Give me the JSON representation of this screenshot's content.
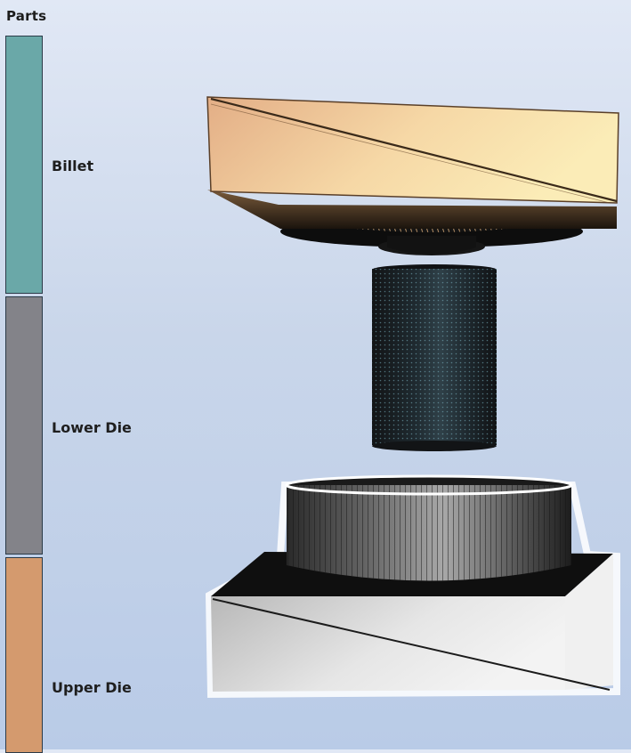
{
  "panel": {
    "title": "Parts"
  },
  "parts": [
    {
      "label": "Billet",
      "color": "#6aa8a8"
    },
    {
      "label": "Lower Die",
      "color": "#838389"
    },
    {
      "label": "Upper Die",
      "color": "#d49a6e"
    }
  ],
  "viewport": {
    "icons": [
      "upper-die-3d-model",
      "billet-3d-model",
      "lower-die-3d-model"
    ]
  }
}
